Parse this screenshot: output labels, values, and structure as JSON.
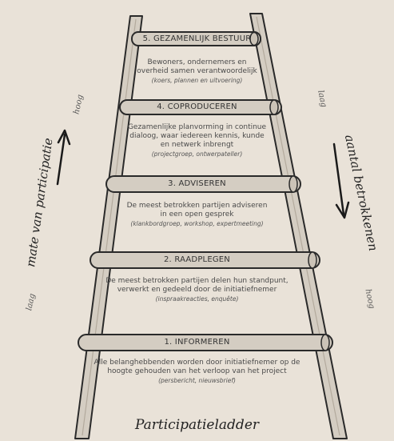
{
  "rungs": [
    {
      "title": "5. GEZAMENLIJK BESTUUR",
      "lines": [
        "Bewoners, ondernemers en",
        "overheid samen verantwoordelijk"
      ],
      "example": "(koers, plannen en uitvoering)"
    },
    {
      "title": "4. COPRODUCEREN",
      "lines": [
        "Gezamenlijke planvorming in continue",
        "dialoog, waar iedereen kennis, kunde",
        "en netwerk inbrengt"
      ],
      "example": "(projectgroep, ontwerpateller)"
    },
    {
      "title": "3. ADVISEREN",
      "lines": [
        "De meest betrokken partijen adviseren",
        "in een open gesprek"
      ],
      "example": "(klankbordgroep, workshop, expertmeeting)"
    },
    {
      "title": "2. RAADPLEGEN",
      "lines": [
        "De meest betrokken partijen delen hun standpunt,",
        "verwerkt en gedeeld door de initiatiefnemer"
      ],
      "example": "(inspraakreacties, enquête)"
    },
    {
      "title": "1. INFORMEREN",
      "lines": [
        "Alle belanghebbenden worden door initiatiefnemer op de",
        "hoogte gehouden van het verloop van het project"
      ],
      "example": "(persbericht, nieuwsbrief)"
    }
  ],
  "left_axis": {
    "label": "mate van participatie",
    "top": "hoog",
    "bottom": "laag"
  },
  "right_axis": {
    "label": "aantal betrokkenen",
    "top": "laag",
    "bottom": "hoog"
  },
  "footer_title": "Participatieladder",
  "colors": {
    "background": "#e9e2d8",
    "wood": "#d4cdc2",
    "outline": "#2a2a2a"
  }
}
